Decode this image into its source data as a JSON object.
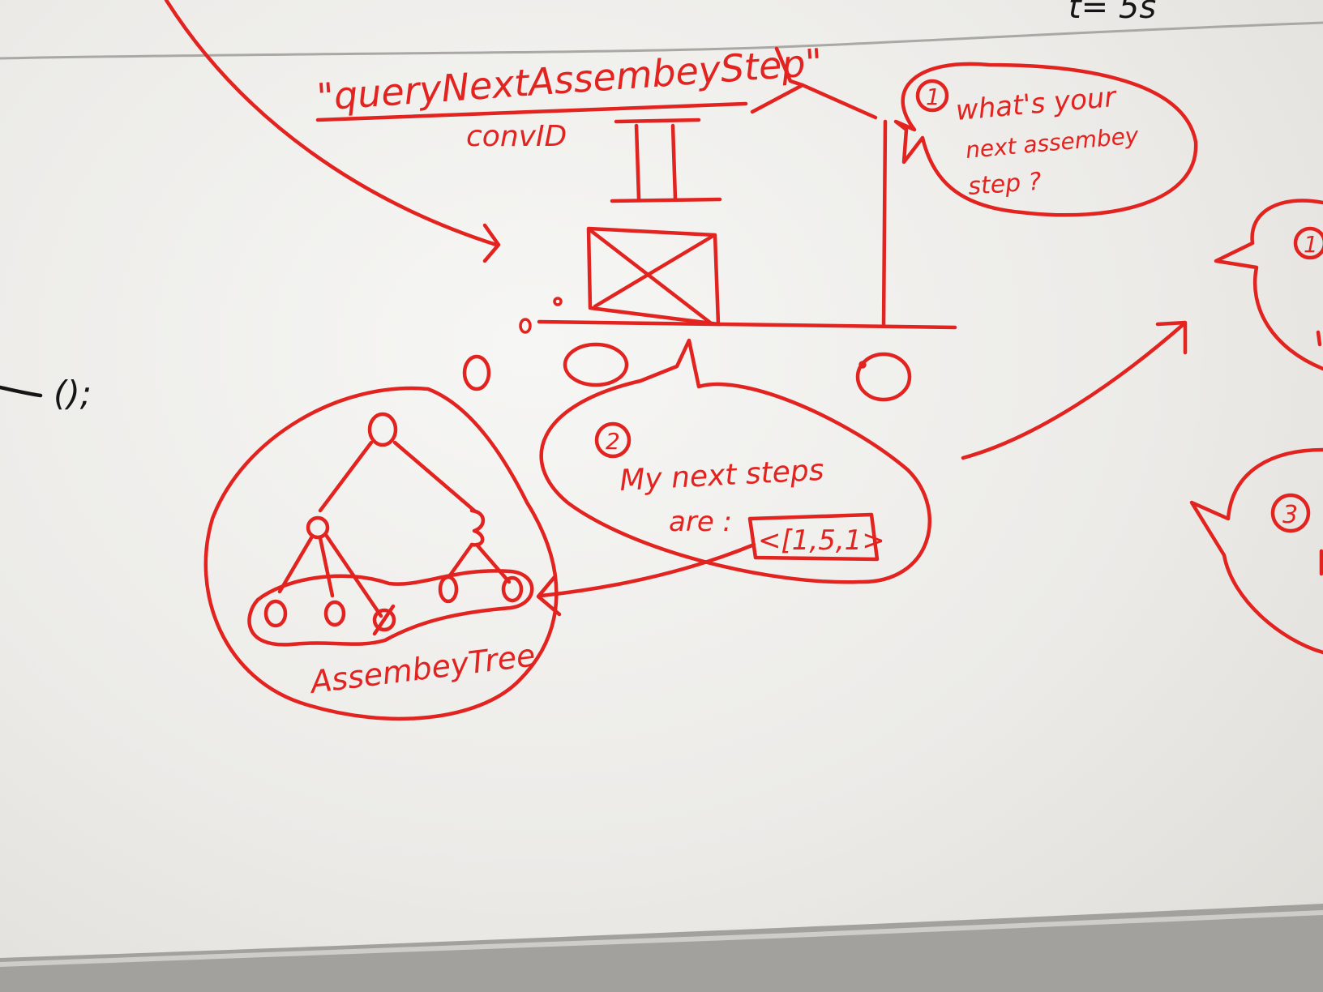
{
  "board": {
    "colors": {
      "ink_red": "#e2231f",
      "ink_black": "#151515",
      "board": "#f1f0ee",
      "tray": "#9a9894"
    },
    "top_right_note": "t= 5s",
    "left_code_fragment": "();",
    "method_name": "\"queryNextAssembeyStep\"",
    "param_label": "convID",
    "bubble1": {
      "number": "1",
      "line1": "what's your",
      "line2": "next assembey",
      "line3": "step ?"
    },
    "bubble2": {
      "number": "2",
      "line1": "My next steps",
      "line2": "are :",
      "list_value": "<[1,5,1>"
    },
    "tree_label": "AssembeyTree",
    "edge_bubble1_number": "1",
    "edge_bubble3_number": "3"
  }
}
